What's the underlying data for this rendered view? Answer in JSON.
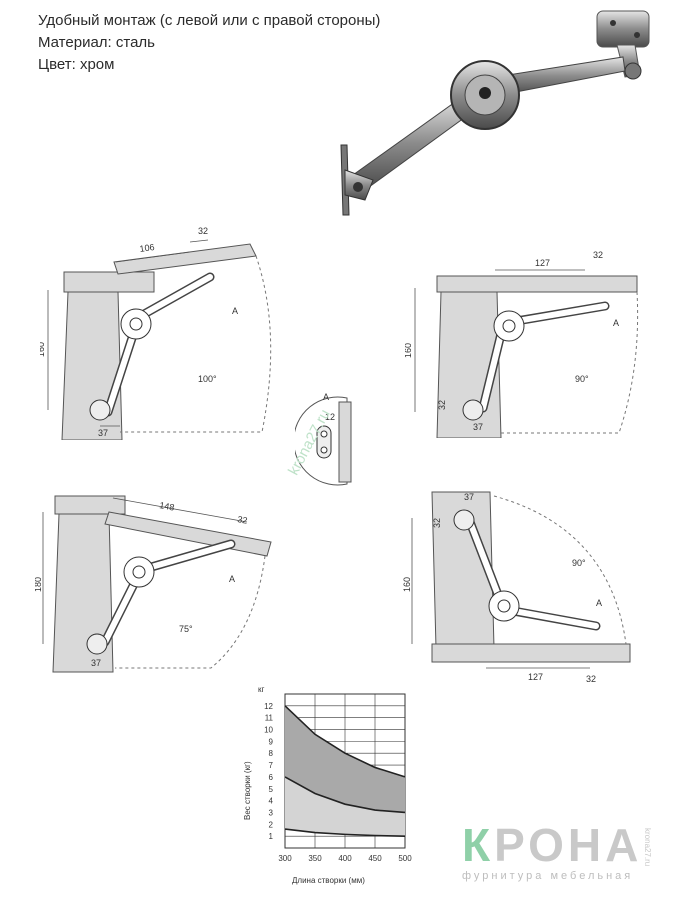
{
  "header": {
    "line1": "Удобный монтаж (с левой или с правой стороны)",
    "line2": "Материал: сталь",
    "line3": "Цвет: хром"
  },
  "diagram1": {
    "dim_top": "106",
    "dim_small": "32",
    "dim_height": "160",
    "dim_bottom": "37",
    "angle": "100°",
    "label_a": "A"
  },
  "diagram2": {
    "dim_top": "127",
    "dim_small": "32",
    "dim_height": "160",
    "dim_side": "32",
    "dim_bottom": "37",
    "angle": "90°",
    "label_a": "A"
  },
  "detail": {
    "label_a": "A",
    "dim": "12"
  },
  "diagram3": {
    "dim_top": "148",
    "dim_small": "32",
    "dim_height": "180",
    "dim_bottom": "37",
    "angle": "75°",
    "label_a": "A"
  },
  "diagram4": {
    "dim_top": "37",
    "dim_side": "32",
    "dim_height": "160",
    "dim_bottom": "127",
    "dim_small": "32",
    "angle": "90°",
    "label_a": "A"
  },
  "watermark": "krona27.ru",
  "chart_data": {
    "type": "area",
    "xlabel": "Длина створки (мм)",
    "ylabel": "Вес створки (кг)",
    "yunit": "кг",
    "x": [
      300,
      350,
      400,
      450,
      500
    ],
    "xlim": [
      300,
      500
    ],
    "ylim": [
      0,
      13
    ],
    "yticks": [
      1,
      2,
      3,
      4,
      5,
      6,
      7,
      8,
      9,
      10,
      11,
      12
    ],
    "grid": true,
    "series": [
      {
        "values": [
          12,
          9.6,
          8.0,
          6.8,
          6.0
        ]
      },
      {
        "values": [
          6,
          4.6,
          3.7,
          3.2,
          3.0
        ]
      },
      {
        "values": [
          1.6,
          1.3,
          1.15,
          1.05,
          1.0
        ]
      }
    ],
    "colors": {
      "upper_band": "#a9a9a9",
      "lower_band": "#d4d4d4",
      "line": "#222222"
    }
  },
  "logo": {
    "word_first": "К",
    "word_rest": "РОНА",
    "subtitle": "фурнитура мебельная",
    "side": "krona27.ru"
  }
}
